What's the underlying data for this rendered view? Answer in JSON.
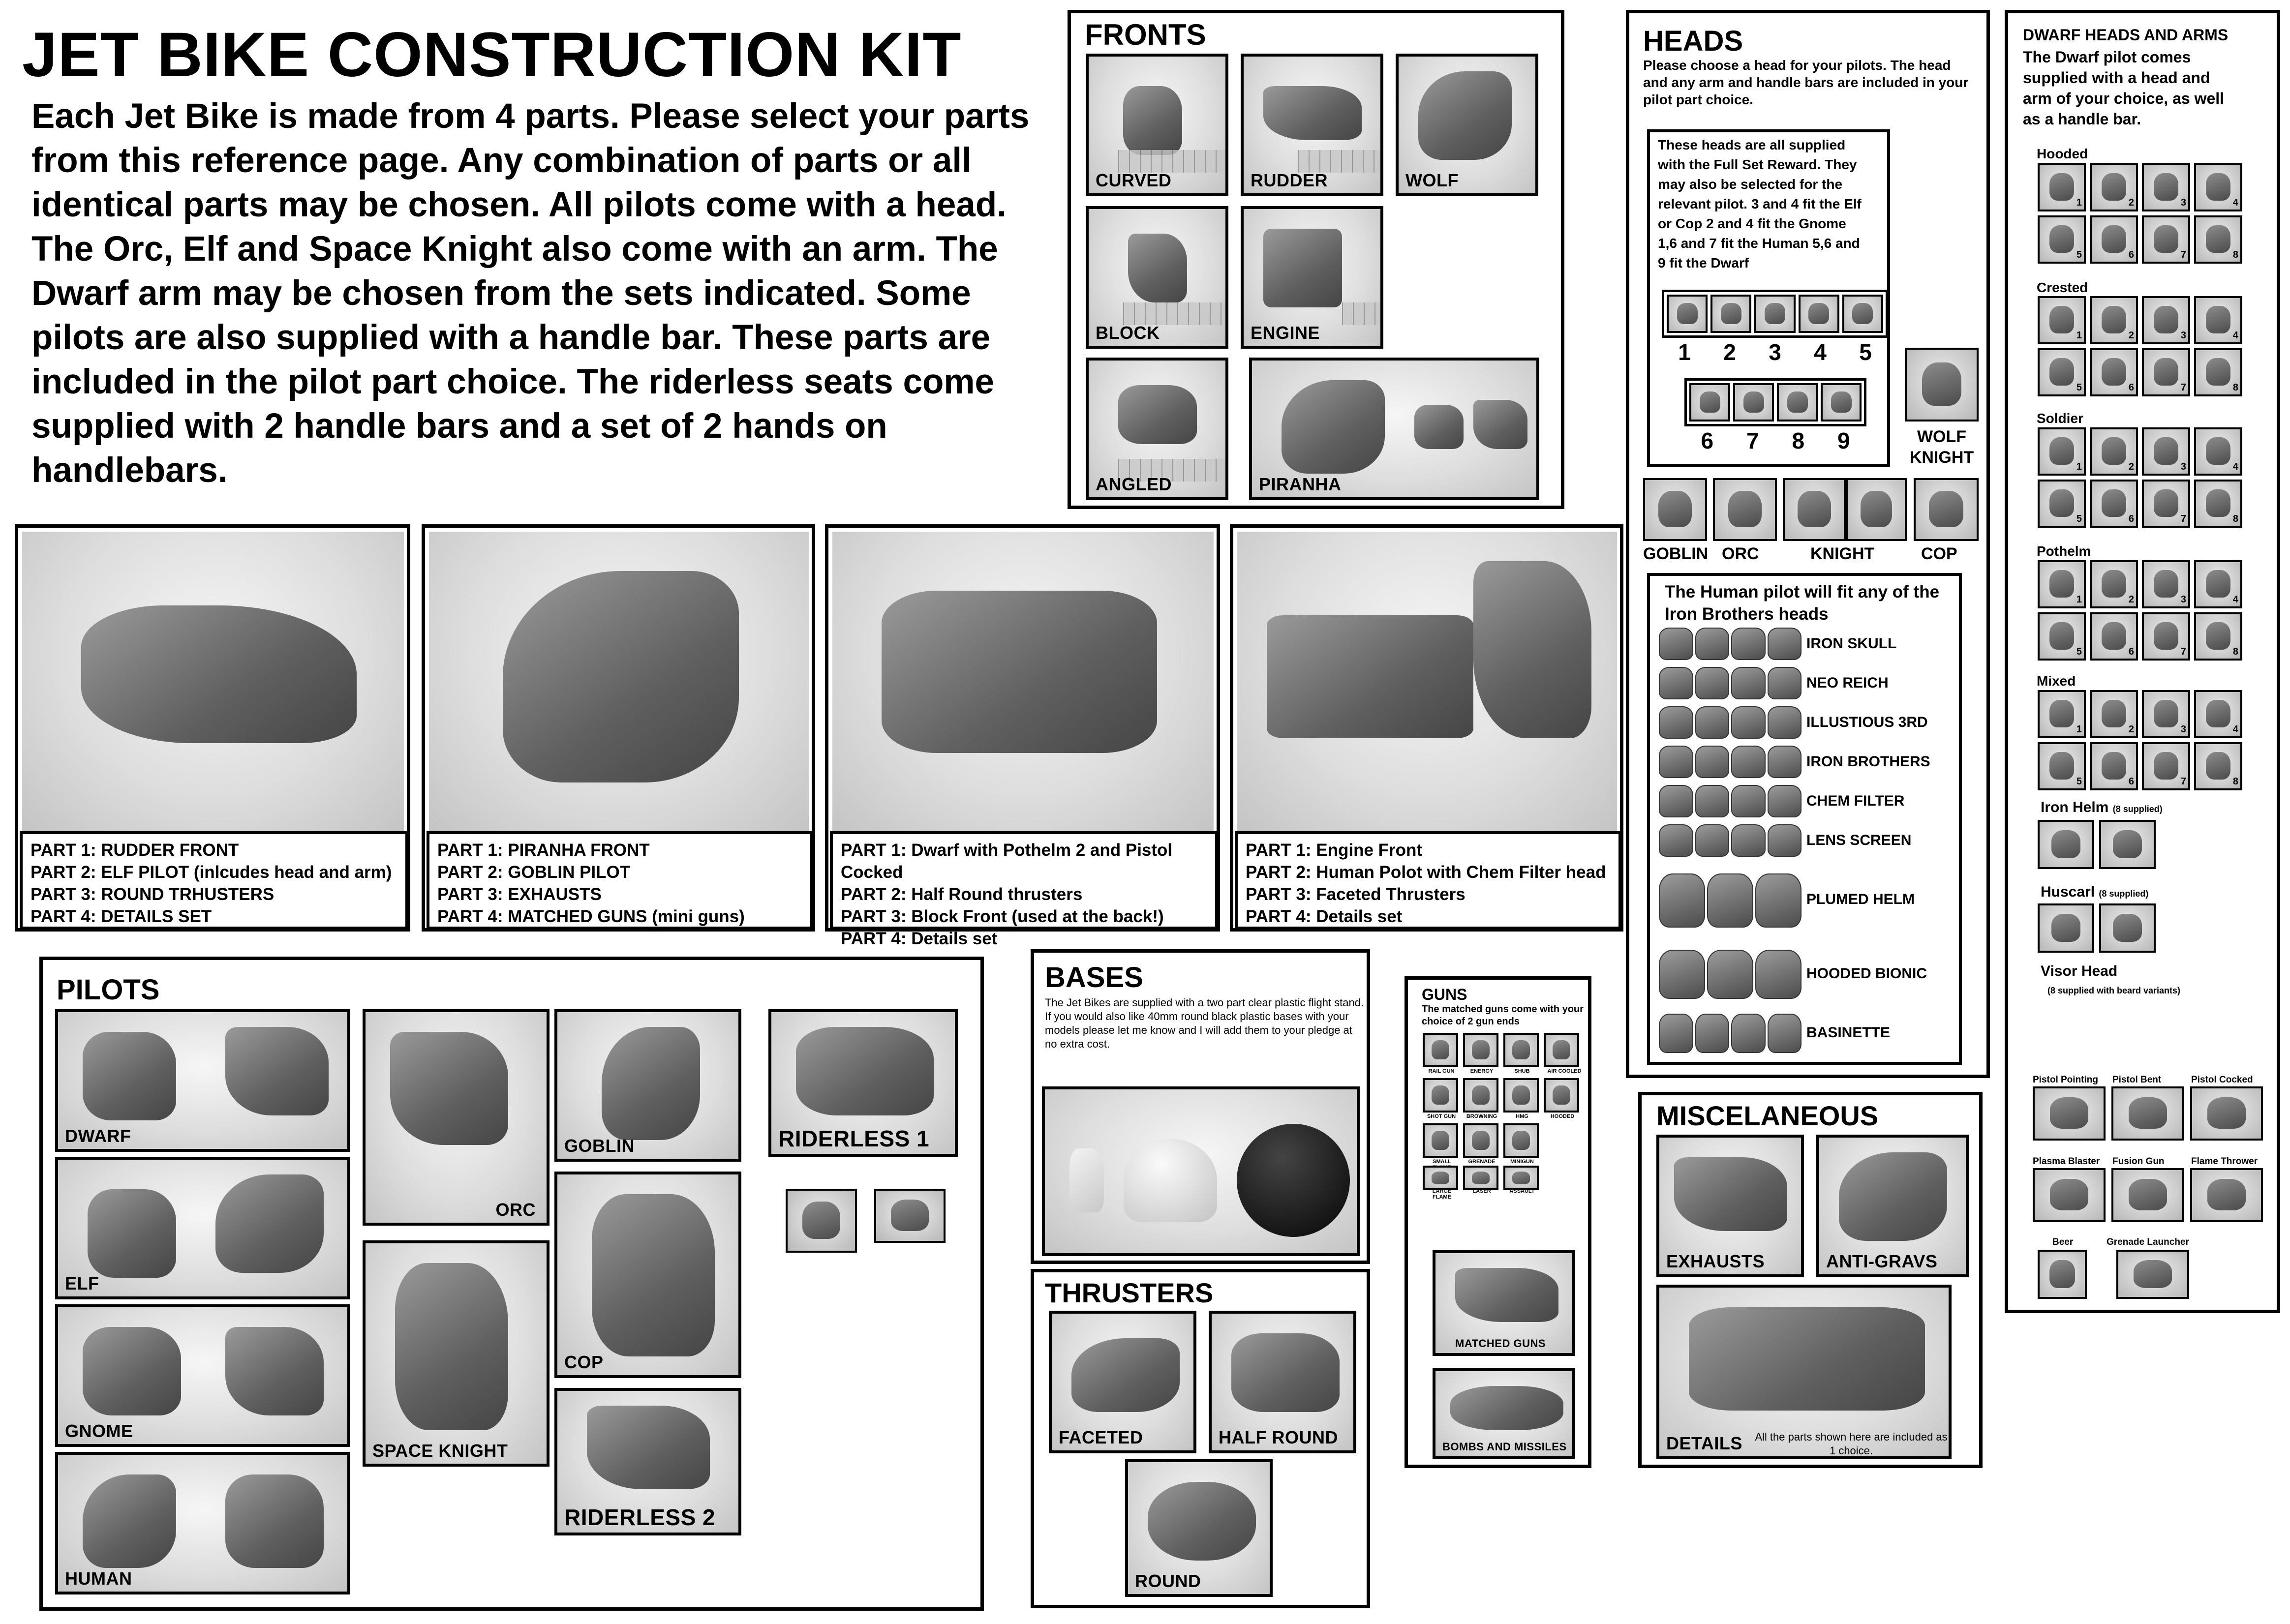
{
  "header": {
    "title": "JET BIKE CONSTRUCTION KIT",
    "intro": "Each Jet Bike is made from 4 parts. Please select your parts from this reference page. Any combination of parts or all identical parts may be chosen. All pilots come with a head. The Orc, Elf and Space Knight also come with an arm. The Dwarf arm may be chosen from the sets indicated. Some pilots are also supplied with a handle bar. These parts are included in the pilot part choice. The riderless seats come supplied with 2 handle bars and a set of 2 hands on handlebars."
  },
  "fronts": {
    "title": "FRONTS",
    "items": [
      "CURVED",
      "RUDDER",
      "WOLF",
      "BLOCK",
      "ENGINE",
      "ANGLED",
      "PIRANHA"
    ]
  },
  "examples": [
    {
      "parts": [
        "PART 1: RUDDER FRONT",
        "PART 2: ELF PILOT (inlcudes head and arm)",
        "PART 3: ROUND TRHUSTERS",
        "PART 4: DETAILS SET"
      ]
    },
    {
      "parts": [
        "PART 1: PIRANHA FRONT",
        "PART 2: GOBLIN PILOT",
        "PART 3: EXHAUSTS",
        "PART 4: MATCHED GUNS (mini guns)"
      ]
    },
    {
      "parts": [
        "PART 1: Dwarf with Pothelm 2 and Pistol Cocked",
        "PART 2: Half Round thrusters",
        "PART 3: Block Front (used at the back!)",
        "PART 4: Details set"
      ]
    },
    {
      "parts": [
        "PART 1: Engine Front",
        "PART 2: Human Polot with Chem Filter head",
        "PART 3: Faceted Thrusters",
        "PART 4: Details set"
      ]
    }
  ],
  "heads": {
    "title": "HEADS",
    "intro": "Please choose a head for your pilots. The head and any arm and handle bars are included in your pilot part choice.",
    "full_set_note": "These heads are all supplied with the Full Set Reward. They may also be selected for the relevant pilot. 3 and 4 fit the Elf or  Cop 2 and 4 fit the Gnome 1,6 and 7 fit the Human 5,6 and 9 fit the Dwarf",
    "numbers_row1": [
      "1",
      "2",
      "3",
      "4",
      "5"
    ],
    "numbers_row2": [
      "6",
      "7",
      "8",
      "9"
    ],
    "wolf_knight": "WOLF KNIGHT",
    "pilot_heads": [
      "GOBLIN",
      "ORC",
      "KNIGHT",
      "COP"
    ],
    "human_note": "The Human pilot will fit any of the Iron Brothers heads",
    "human_sets": [
      "IRON SKULL",
      "NEO REICH",
      "ILLUSTIOUS 3RD",
      "IRON BROTHERS",
      "CHEM FILTER",
      "LENS SCREEN",
      "PLUMED HELM",
      "HOODED BIONIC",
      "BASINETTE"
    ]
  },
  "dwarf": {
    "title": "DWARF HEADS AND ARMS",
    "intro": "The Dwarf pilot comes supplied with a head and arm of your choice, as well as a handle bar.",
    "groups": [
      "Hooded",
      "Crested",
      "Soldier",
      "Pothelm",
      "Mixed"
    ],
    "group_numbers": [
      "1",
      "2",
      "3",
      "4",
      "5",
      "6",
      "7",
      "8"
    ],
    "iron_helm": "Iron Helm",
    "iron_helm_note": "(8 supplied)",
    "huscarl": "Huscarl",
    "huscarl_note": "(8 supplied)",
    "visor": "Visor Head",
    "visor_note": "(8 supplied with beard variants)",
    "arms_row1": [
      "Pistol Pointing",
      "Pistol Bent",
      "Pistol Cocked"
    ],
    "arms_row2": [
      "Plasma Blaster",
      "Fusion Gun",
      "Flame Thrower"
    ],
    "arms_row3": [
      "Beer",
      "Grenade Launcher"
    ]
  },
  "pilots": {
    "title": "PILOTS",
    "items": [
      "DWARF",
      "ELF",
      "GNOME",
      "HUMAN",
      "ORC",
      "SPACE KNIGHT",
      "GOBLIN",
      "COP",
      "RIDERLESS 1",
      "RIDERLESS 2"
    ]
  },
  "bases": {
    "title": "BASES",
    "text": "The Jet Bikes are supplied with a two part clear plastic flight stand. If you would also like 40mm round black plastic bases with your models please let me know and I will add them to your pledge at no extra cost."
  },
  "thrusters": {
    "title": "THRUSTERS",
    "items": [
      "FACETED",
      "HALF ROUND",
      "ROUND"
    ]
  },
  "guns": {
    "title": "GUNS",
    "intro": "The matched guns come with your choice of 2 gun ends",
    "ends": [
      "RAIL GUN",
      "ENERGY",
      "SHUB",
      "AIR COOLED",
      "SHOT GUN",
      "BROWNING",
      "HMG",
      "HOODED",
      "SMALL FLAME",
      "GRENADE",
      "MINIGUN",
      "LARGE FLAME",
      "LASER",
      "ASSAULT"
    ],
    "matched": "MATCHED GUNS",
    "bombs": "BOMBS AND MISSILES"
  },
  "misc": {
    "title": "MISCELANEOUS",
    "items": [
      "EXHAUSTS",
      "ANTI-GRAVS",
      "DETAILS"
    ],
    "details_note": "All the parts shown here are included as 1 choice."
  }
}
